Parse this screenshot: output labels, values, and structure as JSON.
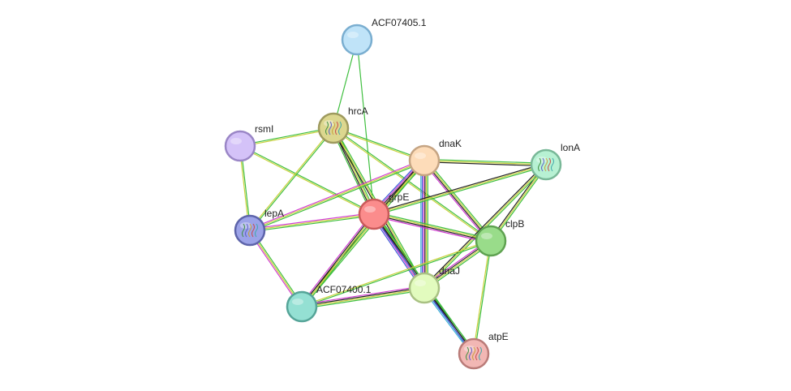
{
  "network": {
    "nodes": [
      {
        "id": "ACF07405.1",
        "label": "ACF07405.1",
        "color": "#bfe3f8",
        "stroke": "#7aaed0",
        "icon": "none"
      },
      {
        "id": "hrcA",
        "label": "hrcA",
        "color": "#dcd78f",
        "stroke": "#9e9a5e",
        "icon": "protein-structure-icon"
      },
      {
        "id": "rsmI",
        "label": "rsmI",
        "color": "#d4c2f8",
        "stroke": "#9a86c6",
        "icon": "none"
      },
      {
        "id": "dnaK",
        "label": "dnaK",
        "color": "#fddcb9",
        "stroke": "#c5a483",
        "icon": "none"
      },
      {
        "id": "lonA",
        "label": "lonA",
        "color": "#b7f1d3",
        "stroke": "#79b898",
        "icon": "protein-structure-icon"
      },
      {
        "id": "grpE",
        "label": "grpE",
        "color": "#fb8c8c",
        "stroke": "#c95a5a",
        "icon": "none"
      },
      {
        "id": "lepA",
        "label": "lepA",
        "color": "#9ca3e8",
        "stroke": "#5d64aa",
        "icon": "protein-structure-icon"
      },
      {
        "id": "clpB",
        "label": "clpB",
        "color": "#99dc8a",
        "stroke": "#5fa251",
        "icon": "none"
      },
      {
        "id": "dnaJ",
        "label": "dnaJ",
        "color": "#e2fbbe",
        "stroke": "#a9c183",
        "icon": "none"
      },
      {
        "id": "ACF07400.1",
        "label": "ACF07400.1",
        "color": "#94e0d3",
        "stroke": "#55a498",
        "icon": "none"
      },
      {
        "id": "atpE",
        "label": "atpE",
        "color": "#f2b7b4",
        "stroke": "#b97b78",
        "icon": "protein-structure-icon"
      }
    ],
    "edges": [
      {
        "source": "ACF07405.1",
        "target": "hrcA",
        "evidence": [
          "green"
        ]
      },
      {
        "source": "ACF07405.1",
        "target": "grpE",
        "evidence": [
          "green"
        ]
      },
      {
        "source": "rsmI",
        "target": "hrcA",
        "evidence": [
          "green",
          "yellow"
        ]
      },
      {
        "source": "rsmI",
        "target": "lepA",
        "evidence": [
          "green",
          "yellow"
        ]
      },
      {
        "source": "rsmI",
        "target": "grpE",
        "evidence": [
          "green",
          "yellow"
        ]
      },
      {
        "source": "hrcA",
        "target": "grpE",
        "evidence": [
          "green",
          "yellow",
          "black",
          "green"
        ]
      },
      {
        "source": "hrcA",
        "target": "dnaK",
        "evidence": [
          "green",
          "yellow"
        ]
      },
      {
        "source": "hrcA",
        "target": "clpB",
        "evidence": [
          "green",
          "yellow"
        ]
      },
      {
        "source": "hrcA",
        "target": "lepA",
        "evidence": [
          "green",
          "yellow"
        ]
      },
      {
        "source": "hrcA",
        "target": "dnaJ",
        "evidence": [
          "green",
          "yellow",
          "black"
        ]
      },
      {
        "source": "dnaK",
        "target": "grpE",
        "evidence": [
          "green",
          "yellow",
          "black",
          "magenta",
          "blue"
        ]
      },
      {
        "source": "dnaK",
        "target": "lonA",
        "evidence": [
          "green",
          "yellow",
          "black"
        ]
      },
      {
        "source": "dnaK",
        "target": "clpB",
        "evidence": [
          "green",
          "yellow",
          "black",
          "magenta"
        ]
      },
      {
        "source": "dnaK",
        "target": "dnaJ",
        "evidence": [
          "green",
          "yellow",
          "black",
          "magenta",
          "blue",
          "cyan"
        ]
      },
      {
        "source": "dnaK",
        "target": "lepA",
        "evidence": [
          "green",
          "yellow",
          "magenta"
        ]
      },
      {
        "source": "dnaK",
        "target": "ACF07400.1",
        "evidence": [
          "green",
          "yellow",
          "black"
        ]
      },
      {
        "source": "lonA",
        "target": "grpE",
        "evidence": [
          "green",
          "yellow",
          "black"
        ]
      },
      {
        "source": "lonA",
        "target": "clpB",
        "evidence": [
          "green",
          "yellow",
          "black"
        ]
      },
      {
        "source": "lonA",
        "target": "dnaJ",
        "evidence": [
          "green",
          "yellow",
          "black"
        ]
      },
      {
        "source": "grpE",
        "target": "lepA",
        "evidence": [
          "green",
          "yellow",
          "magenta"
        ]
      },
      {
        "source": "grpE",
        "target": "clpB",
        "evidence": [
          "green",
          "yellow",
          "black",
          "magenta"
        ]
      },
      {
        "source": "grpE",
        "target": "dnaJ",
        "evidence": [
          "green",
          "yellow",
          "black",
          "magenta",
          "blue"
        ]
      },
      {
        "source": "grpE",
        "target": "ACF07400.1",
        "evidence": [
          "green",
          "yellow",
          "black",
          "magenta"
        ]
      },
      {
        "source": "grpE",
        "target": "atpE",
        "evidence": [
          "green",
          "black",
          "blue"
        ]
      },
      {
        "source": "lepA",
        "target": "ACF07400.1",
        "evidence": [
          "green",
          "yellow",
          "magenta"
        ]
      },
      {
        "source": "clpB",
        "target": "dnaJ",
        "evidence": [
          "green",
          "yellow",
          "black",
          "magenta"
        ]
      },
      {
        "source": "clpB",
        "target": "ACF07400.1",
        "evidence": [
          "green",
          "yellow"
        ]
      },
      {
        "source": "clpB",
        "target": "atpE",
        "evidence": [
          "green",
          "yellow"
        ]
      },
      {
        "source": "dnaJ",
        "target": "ACF07400.1",
        "evidence": [
          "green",
          "yellow",
          "black",
          "magenta"
        ]
      },
      {
        "source": "dnaJ",
        "target": "atpE",
        "evidence": [
          "green",
          "black",
          "blue",
          "cyan"
        ]
      }
    ],
    "evidence_colors": {
      "green": "#3fbf3f",
      "yellow": "#c9d13a",
      "black": "#222222",
      "magenta": "#d03ad0",
      "blue": "#3f5fd6",
      "cyan": "#3fb3d6"
    }
  }
}
